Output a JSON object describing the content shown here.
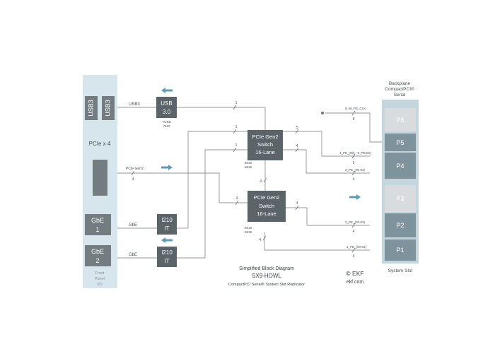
{
  "front_panel": {
    "usb_ports": [
      "USB3",
      "USB3"
    ],
    "pcie_label": "PCIe x 4",
    "gbe_ports": [
      {
        "line1": "GbE",
        "line2": "1"
      },
      {
        "line1": "GbE",
        "line2": "2"
      }
    ],
    "caption": {
      "line1": "Front",
      "line2": "Panel",
      "line3": "I/O"
    }
  },
  "usb_chip": {
    "line1": "USB",
    "line2": "3.0",
    "part1": "TUSB",
    "part2": "7320"
  },
  "switches": [
    {
      "line1": "PCIe Gen2",
      "line2": "Switch",
      "line3": "16-Lane",
      "part1": "8618",
      "part2": "8619"
    },
    {
      "line1": "PCIe Gen2",
      "line2": "Switch",
      "line3": "16-Lane",
      "part1": "8618",
      "part2": "8619"
    }
  ],
  "i210_chips": [
    {
      "line1": "I210",
      "line2": "IT"
    },
    {
      "line1": "I210",
      "line2": "IT"
    }
  ],
  "signals": {
    "usb3": "USB3",
    "pcie_gen2": "PCIe Gen2",
    "gbe1": "GbE",
    "gbe2": "GbE",
    "clk": "(1-8)_PE_CLK",
    "p5": "4_PE_(00) - 8_PE(00)",
    "p4": "3_PE_(00-03)",
    "p2": "2_PE_(00-03)",
    "p1": "1_PE_(00-03)"
  },
  "lane_counts": {
    "usb_to_switch": "1",
    "switch1_left_a": "1",
    "switch1_left_b": "1",
    "front_pcie": "4",
    "clk": "8",
    "switch1_out": "5",
    "p5": "5",
    "switch1_p4": "4",
    "p4": "4",
    "inter_switch_top": "4",
    "inter_switch_bottom": "4",
    "switch2_left": "4",
    "switch2_right": "4",
    "p2": "4",
    "p1": "4"
  },
  "backplane": {
    "caption": {
      "line1": "Backplane",
      "line2": "CompactPCI®",
      "line3": "Serial"
    },
    "slots": [
      "P6",
      "P5",
      "P4",
      "P3",
      "P2",
      "P1"
    ],
    "footer": "System Slot"
  },
  "title": {
    "line1": "Simplified Block Diagram",
    "line2": "SX9-HOWL",
    "line3": "CompactPCI Serial® System Slot Replicator"
  },
  "logo": {
    "line1": "© EKF",
    "line2": "ekf.com"
  },
  "colors": {
    "chip": "#5b6468",
    "front_panel": "#d6e6ec",
    "port": "#737c80",
    "backplane": "#c3d6de",
    "slot_active": "#7f939d",
    "slot_inactive": "#d8dcdf",
    "arrow": "#5e9ab9",
    "line": "#6e7478"
  }
}
